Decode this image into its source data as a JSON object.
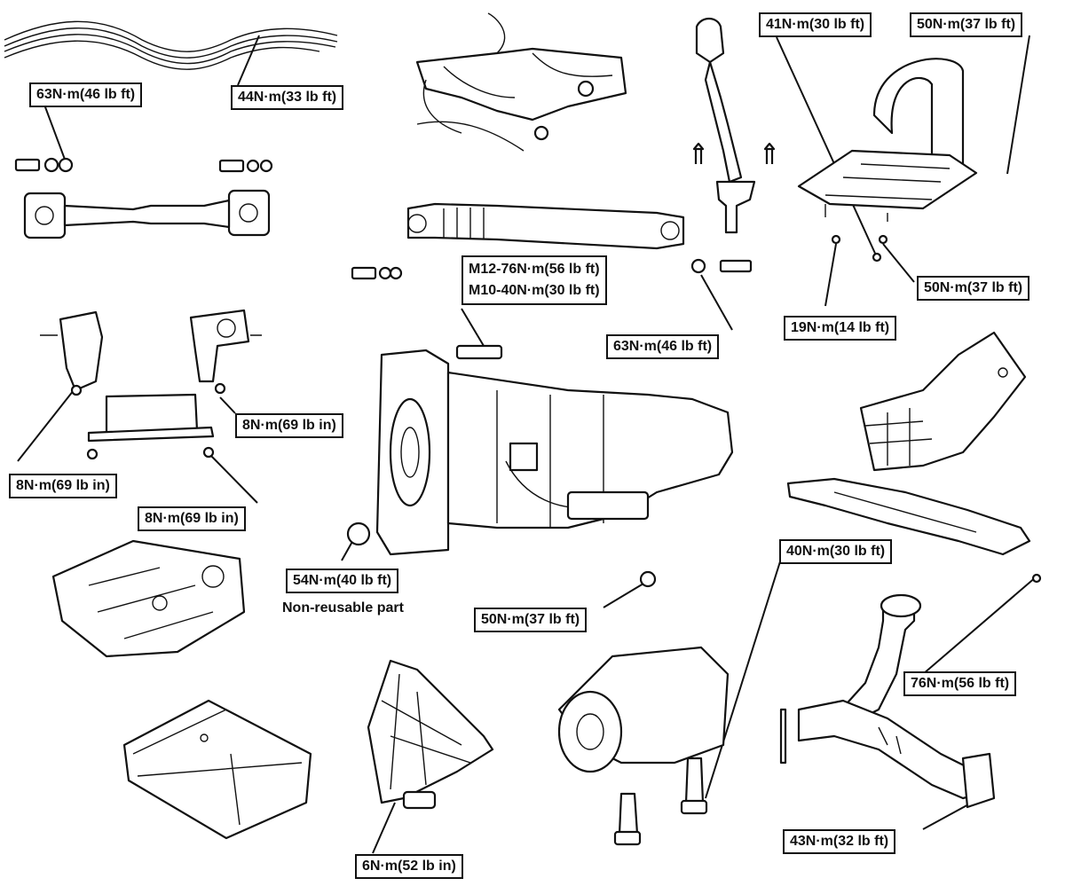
{
  "torque_labels": {
    "t63_top": "63N·m(46 lb ft)",
    "t44": "44N·m(33 lb ft)",
    "t41": "41N·m(30 lb ft)",
    "t50_topright": "50N·m(37 lb ft)",
    "m12": "M12-76N·m(56 lb ft)",
    "m10": "M10-40N·m(30 lb ft)",
    "t63_mid": "63N·m(46 lb ft)",
    "t50_right": "50N·m(37 lb ft)",
    "t19": "19N·m(14 lb ft)",
    "t8_in_1": "8N·m(69 lb in)",
    "t8_in_2": "8N·m(69 lb in)",
    "t8_in_3": "8N·m(69 lb in)",
    "t54": "54N·m(40 lb ft)",
    "t50_center": "50N·m(37 lb ft)",
    "t40": "40N·m(30 lb ft)",
    "t76": "76N·m(56 lb ft)",
    "t43": "43N·m(32 lb ft)",
    "t6": "6N·m(52 lb in)"
  },
  "notes": {
    "non_reusable": "Non-reusable part"
  }
}
